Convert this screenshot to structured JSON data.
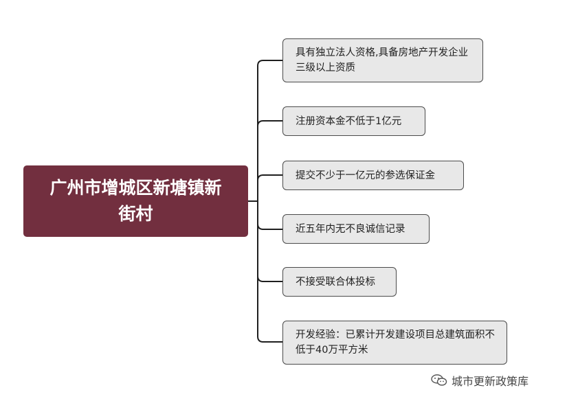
{
  "root": {
    "label": "广州市增城区新塘镇新街村",
    "color": "#722f3f"
  },
  "branches": [
    {
      "label": "具有独立法人资格,具备房地产开发企业三级以上资质"
    },
    {
      "label": "注册资本金不低于1亿元"
    },
    {
      "label": "提交不少于一亿元的参选保证金"
    },
    {
      "label": "近五年内无不良诚信记录"
    },
    {
      "label": "不接受联合体投标"
    },
    {
      "label": "开发经验：已累计开发建设项目总建筑面积不低于40万平方米"
    }
  ],
  "watermark": {
    "text": "城市更新政策库",
    "icon": "wechat-icon"
  }
}
